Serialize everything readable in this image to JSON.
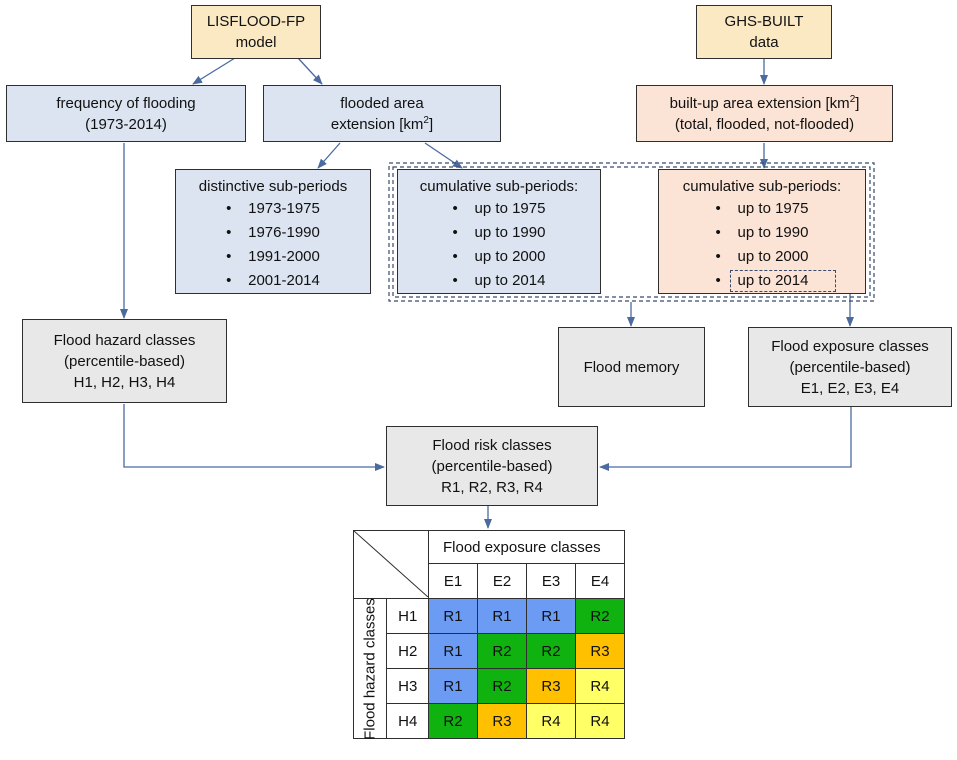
{
  "top_sources": {
    "lisflood": [
      "LISFLOOD-FP",
      "model"
    ],
    "ghs": [
      "GHS-BUILT",
      "data"
    ]
  },
  "frequency_box": [
    "frequency of flooding",
    "(1973-2014)"
  ],
  "flooded_area_box": {
    "line1": "flooded area",
    "line2_prefix": "extension [km",
    "sup": "2",
    "line2_suffix": "]"
  },
  "builtup_box": {
    "line1_prefix": "built-up area extension [km",
    "sup": "2",
    "line1_suffix": "]",
    "line2": "(total, flooded, not-flooded)"
  },
  "distinctive_box": {
    "title": "distinctive sub-periods",
    "items": [
      "1973-1975",
      "1976-1990",
      "1991-2000",
      "2001-2014"
    ]
  },
  "cumulative_blue_box": {
    "title": "cumulative sub-periods:",
    "items": [
      "up to 1975",
      "up to 1990",
      "up to 2000",
      "up to 2014"
    ]
  },
  "cumulative_peach_box": {
    "title": "cumulative sub-periods:",
    "items": [
      "up to 1975",
      "up to 1990",
      "up to 2000",
      "up to 2014"
    ]
  },
  "bullet": "•",
  "hazard_box": [
    "Flood hazard classes",
    "(percentile-based)",
    "H1, H2, H3, H4"
  ],
  "memory_box": "Flood memory",
  "exposure_box": [
    "Flood exposure classes",
    "(percentile-based)",
    "E1, E2, E3, E4"
  ],
  "risk_box": [
    "Flood risk classes",
    "(percentile-based)",
    "R1, R2, R3, R4"
  ],
  "matrix": {
    "exposure_title": "Flood exposure classes",
    "hazard_title": "Flood hazard classes",
    "columns": [
      "E1",
      "E2",
      "E3",
      "E4"
    ],
    "rows": [
      {
        "label": "H1",
        "cells": [
          "R1",
          "R1",
          "R1",
          "R2"
        ]
      },
      {
        "label": "H2",
        "cells": [
          "R1",
          "R2",
          "R2",
          "R3"
        ]
      },
      {
        "label": "H3",
        "cells": [
          "R1",
          "R2",
          "R3",
          "R4"
        ]
      },
      {
        "label": "H4",
        "cells": [
          "R2",
          "R3",
          "R4",
          "R4"
        ]
      }
    ],
    "colors": {
      "R1": "#6b9bf2",
      "R2": "#0fb20f",
      "R3": "#ffc000",
      "R4": "#ffff66"
    }
  }
}
